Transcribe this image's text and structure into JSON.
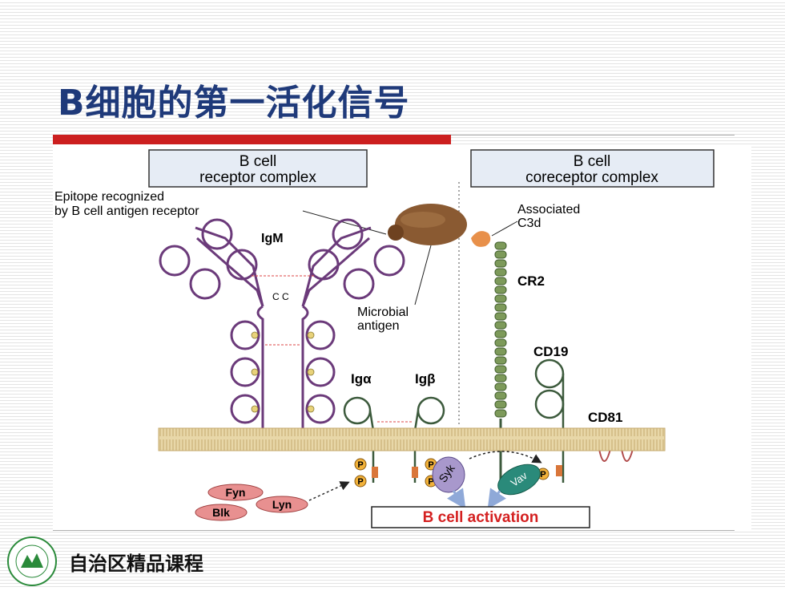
{
  "slide": {
    "title": "B细胞的第一活化信号",
    "footer": "自治区精品课程"
  },
  "figure": {
    "bcr_box": [
      "B cell",
      "receptor complex"
    ],
    "coreceptor_box": [
      "B cell",
      "coreceptor complex"
    ],
    "epitope_label": [
      "Epitope recognized",
      "by B cell antigen receptor"
    ],
    "associated_label": [
      "Associated",
      "C3d"
    ],
    "igm": "IgM",
    "cc": "C C",
    "microbial": [
      "Microbial",
      "antigen"
    ],
    "cr2": "CR2",
    "cd19": "CD19",
    "iga": "Igα",
    "igb": "Igβ",
    "cd81": "CD81",
    "fyn": "Fyn",
    "blk": "Blk",
    "lyn": "Lyn",
    "syk": "Syk",
    "vav": "Vav",
    "p": "P",
    "activation": "B cell activation"
  },
  "colors": {
    "title": "#1f3a7a",
    "red_bar": "#cc1f1f",
    "domain_purple": "#6b3a7a",
    "membrane": "#e8d7a8",
    "cr2_green": "#7d9a5a",
    "antigen_brown": "#8a5a32",
    "c3d_orange": "#e8904a",
    "syk": "#a898cc",
    "vav": "#2a8a7a",
    "kinase_pink": "#e89090",
    "activation_red": "#d42020"
  }
}
